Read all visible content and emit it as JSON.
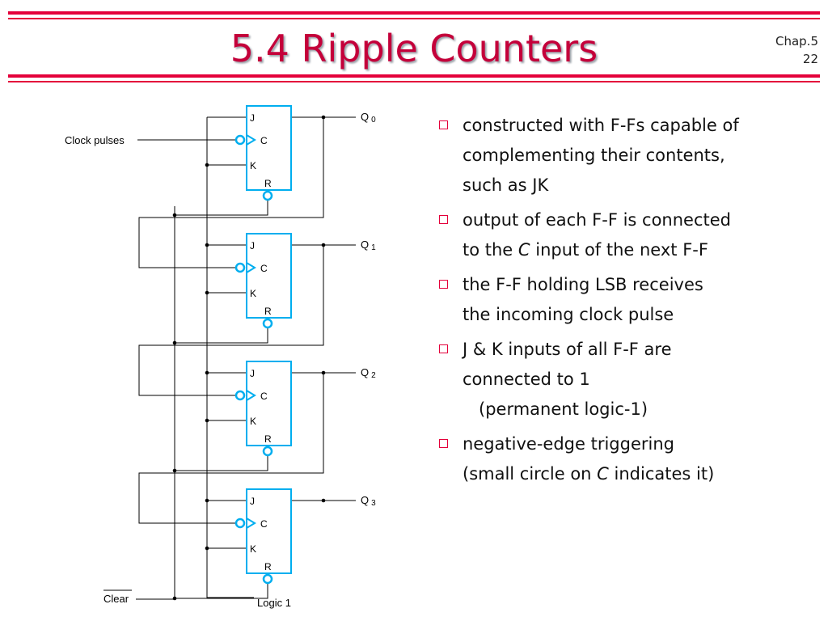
{
  "slide": {
    "title": "5.4 Ripple Counters",
    "chapter": "Chap.5",
    "page_number": "22"
  },
  "colors": {
    "accent": "#e4003a",
    "title": "#c4003a",
    "wire": "#000000",
    "component": "#00aeef"
  },
  "diagram": {
    "clock_label": "Clock pulses",
    "clear_label": "Clear",
    "logic_label": "Logic 1",
    "flip_flops": [
      {
        "pin_j": "J",
        "pin_c": "C",
        "pin_k": "K",
        "pin_r": "R",
        "output_letter": "Q",
        "output_index": "0"
      },
      {
        "pin_j": "J",
        "pin_c": "C",
        "pin_k": "K",
        "pin_r": "R",
        "output_letter": "Q",
        "output_index": "1"
      },
      {
        "pin_j": "J",
        "pin_c": "C",
        "pin_k": "K",
        "pin_r": "R",
        "output_letter": "Q",
        "output_index": "2"
      },
      {
        "pin_j": "J",
        "pin_c": "C",
        "pin_k": "K",
        "pin_r": "R",
        "output_letter": "Q",
        "output_index": "3"
      }
    ]
  },
  "bullets": [
    {
      "lines": [
        {
          "text": "constructed with F-Fs capable of"
        },
        {
          "text": "complementing their contents,"
        },
        {
          "text": "such as JK"
        }
      ]
    },
    {
      "lines": [
        {
          "text": "output of each F-F is connected"
        },
        {
          "pre": "to the ",
          "em": "C",
          "post": " input of the next F-F"
        }
      ]
    },
    {
      "lines": [
        {
          "text": "the F-F holding LSB receives"
        },
        {
          "text": "the incoming clock pulse"
        }
      ]
    },
    {
      "lines": [
        {
          "text": "J & K inputs of all F-F are"
        },
        {
          "text": "connected to 1"
        },
        {
          "text": "(permanent logic-1)",
          "indent": true
        }
      ]
    },
    {
      "lines": [
        {
          "text": "negative-edge triggering"
        },
        {
          "pre": "(small circle on ",
          "em": "C",
          "post": " indicates it)"
        }
      ]
    }
  ]
}
